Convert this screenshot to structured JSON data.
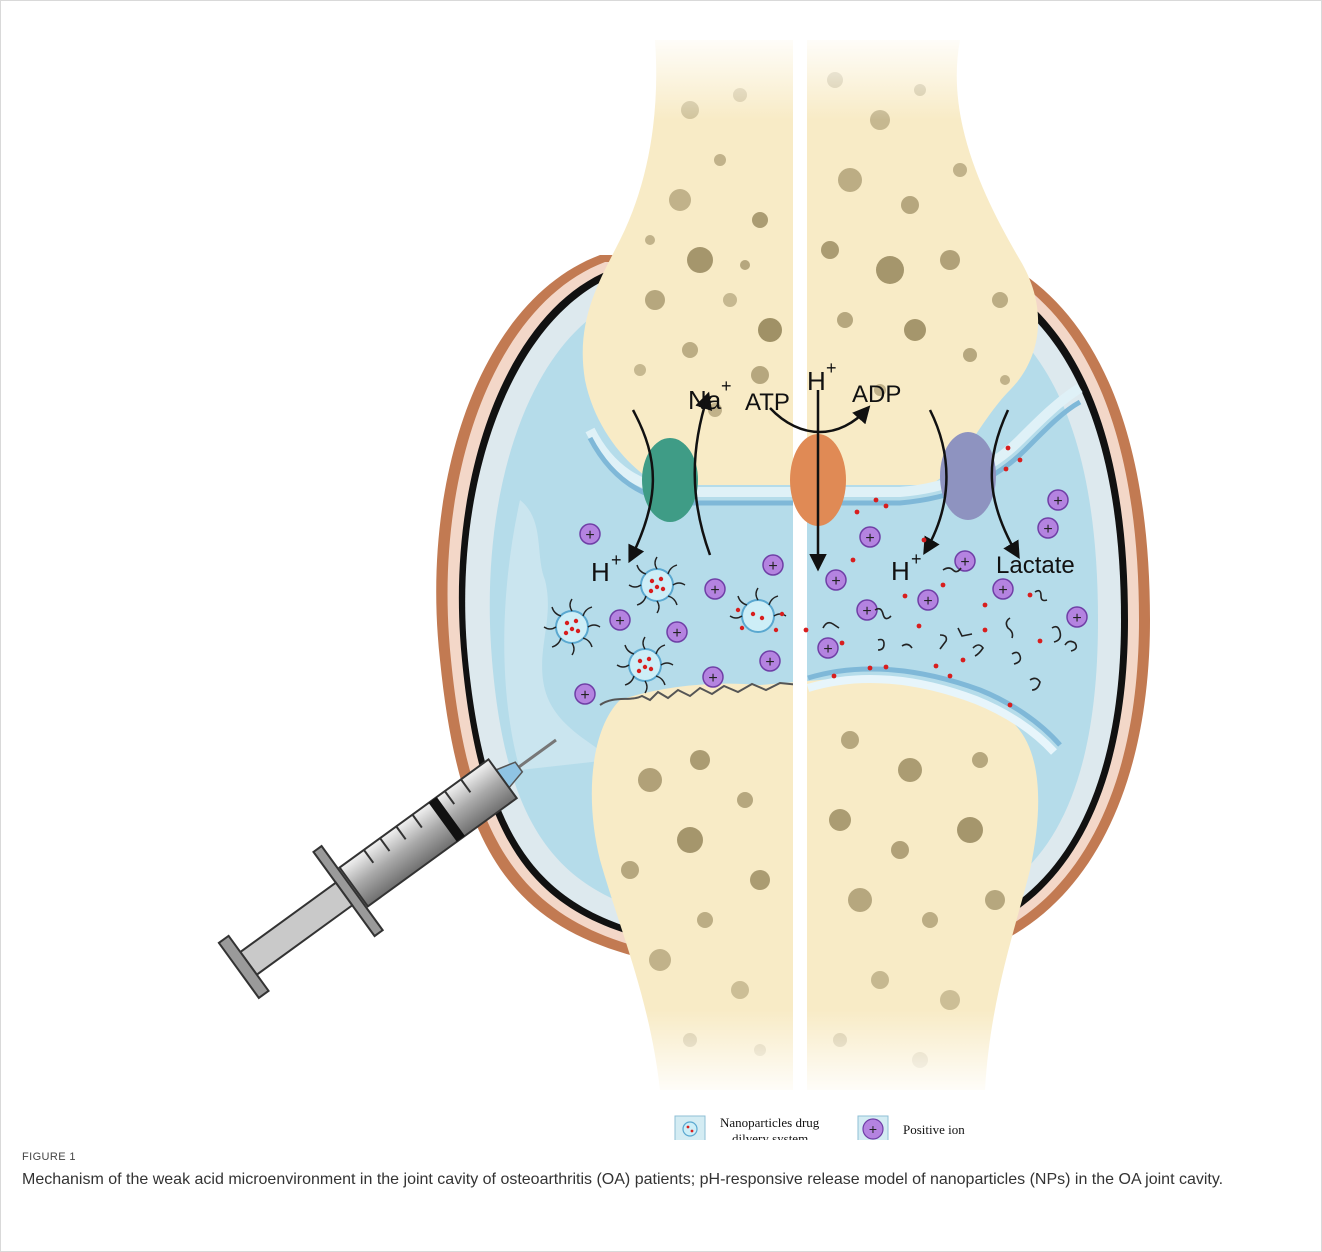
{
  "labels": {
    "na_ion": "Na",
    "atp": "ATP",
    "h_top": "H",
    "adp": "ADP",
    "h_left": "H",
    "h_right": "H",
    "lactate": "Lactate",
    "plus": "+"
  },
  "legend": {
    "nano_line1": "Nanoparticles drug",
    "nano_line2": "dilvery system",
    "ion": "Positive ion"
  },
  "caption": {
    "label": "FIGURE 1",
    "text": "Mechanism of the weak acid microenvironment in the joint cavity of osteoarthritis (OA) patients; pH-responsive release model of nanoparticles (NPs) in the OA joint cavity."
  },
  "colors": {
    "bone": "#f8ebc6",
    "bone_pore": "#8a7a4e",
    "synovial_fluid": "#b5dcea",
    "capsule": "#c27a52",
    "channel_green": "#3f9c86",
    "channel_orange": "#e08a55",
    "channel_purple": "#8e93c0",
    "ion": "#b483e0",
    "drug_dot": "#d81e1e"
  }
}
